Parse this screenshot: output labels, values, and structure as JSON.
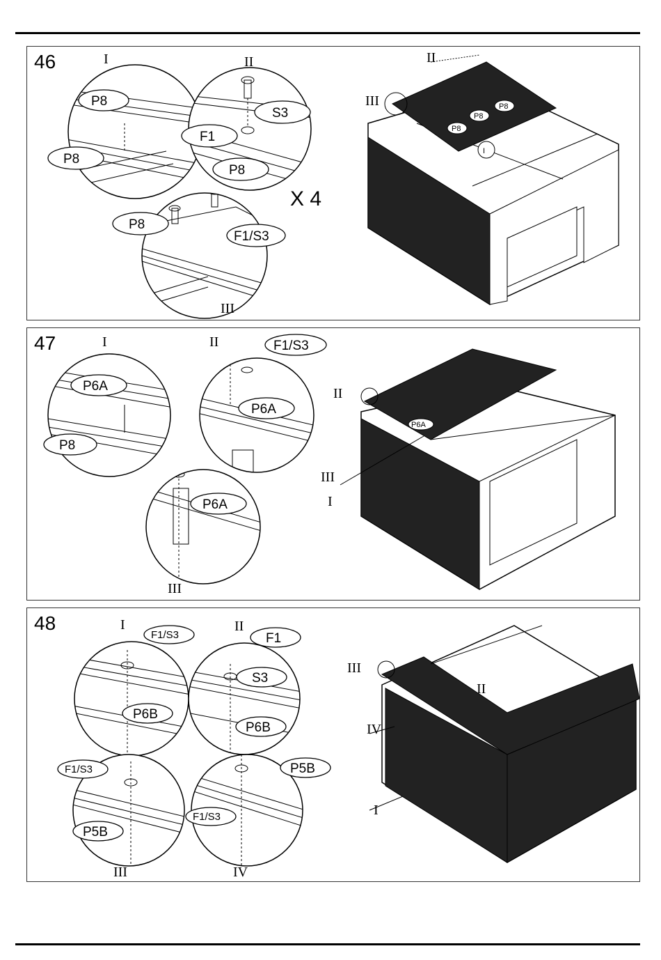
{
  "steps": [
    {
      "number": "46",
      "details": {
        "one": "I",
        "two": "II",
        "three": "III"
      },
      "parts": {
        "p8": "P8",
        "s3": "S3",
        "f1": "F1",
        "f1s3": "F1/S3"
      },
      "multiplier": "X 4",
      "shed_labels": {
        "two": "II",
        "three": "III",
        "one": "I",
        "p8": "P8"
      }
    },
    {
      "number": "47",
      "details": {
        "one": "I",
        "two": "II",
        "three": "III"
      },
      "parts": {
        "p6a": "P6A",
        "p8": "P8",
        "f1s3": "F1/S3"
      },
      "shed_labels": {
        "two": "II",
        "three": "III",
        "one": "I",
        "p6a": "P6A"
      }
    },
    {
      "number": "48",
      "details": {
        "one": "I",
        "two": "II",
        "three": "III",
        "four": "IV"
      },
      "parts": {
        "f1s3": "F1/S3",
        "f1": "F1",
        "s3": "S3",
        "p6b": "P6B",
        "p5b": "P5B"
      },
      "shed_labels": {
        "three": "III",
        "two": "II",
        "four": "IV",
        "one": "I"
      }
    }
  ],
  "colors": {
    "ink": "#000000",
    "paper": "#ffffff",
    "roof": "#1a1a1a"
  }
}
